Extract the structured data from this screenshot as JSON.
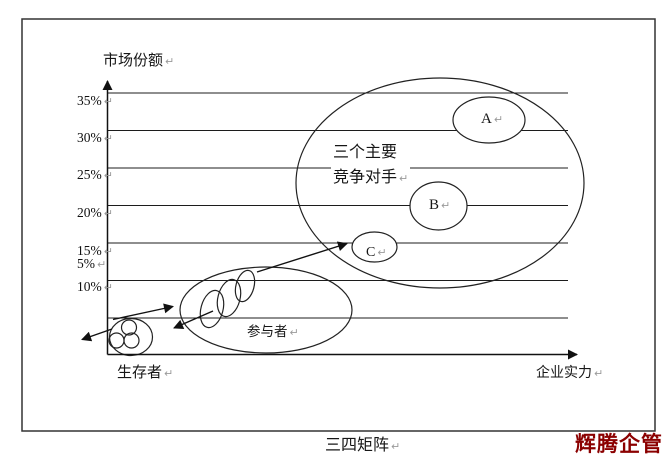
{
  "diagram": {
    "pilcrow": "↵",
    "y_axis": {
      "title": "市场份额",
      "ticks": [
        "35%",
        "30%",
        "25%",
        "20%",
        "15%",
        "5%",
        "10%"
      ]
    },
    "x_axis": {
      "title": "企业实力"
    },
    "competitors": {
      "label_line1": "三个主要",
      "label_line2": "竞争对手",
      "a": "A",
      "b": "B",
      "c": "C"
    },
    "participants_label": "参与者",
    "survivors_label": "生存者",
    "caption": "三四矩阵",
    "watermark": "辉腾企管",
    "colors": {
      "line": "#1c1c1c",
      "frame": "#333333",
      "watermark": "#8B0000",
      "pilcrow": "#9a9a9a"
    }
  }
}
